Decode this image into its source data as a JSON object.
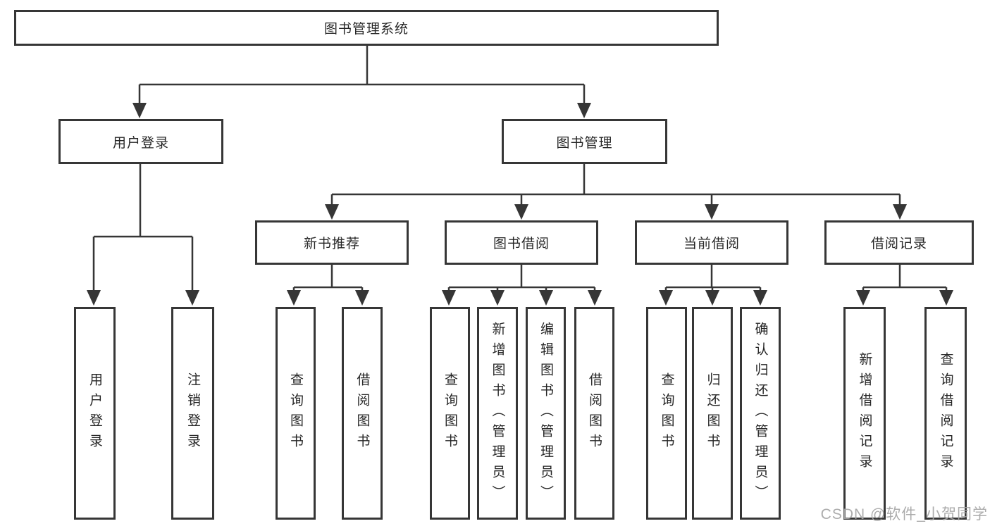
{
  "diagram": {
    "root": {
      "label": "图书管理系统"
    },
    "level2": [
      {
        "id": "user-login",
        "label": "用户登录"
      },
      {
        "id": "book-management",
        "label": "图书管理"
      }
    ],
    "level3": [
      {
        "id": "new-book-recommend",
        "label": "新书推荐"
      },
      {
        "id": "book-borrow",
        "label": "图书借阅"
      },
      {
        "id": "current-borrow",
        "label": "当前借阅"
      },
      {
        "id": "borrow-records",
        "label": "借阅记录"
      }
    ],
    "leaves": {
      "user_login": [
        "用户登录",
        "注销登录"
      ],
      "new_book_recommend": [
        "查询图书",
        "借阅图书"
      ],
      "book_borrow": [
        "查询图书",
        "新增图书（管理员）",
        "编辑图书（管理员）",
        "借阅图书"
      ],
      "current_borrow": [
        "查询图书",
        "归还图书",
        "确认归还（管理员）"
      ],
      "borrow_records": [
        "新增借阅记录",
        "查询借阅记录"
      ]
    },
    "colors": {
      "line": "#363636",
      "text": "#262626",
      "background": "#ffffff",
      "watermark": "#a6a6a6"
    },
    "watermark": "CSDN @软件_小贺同学"
  }
}
